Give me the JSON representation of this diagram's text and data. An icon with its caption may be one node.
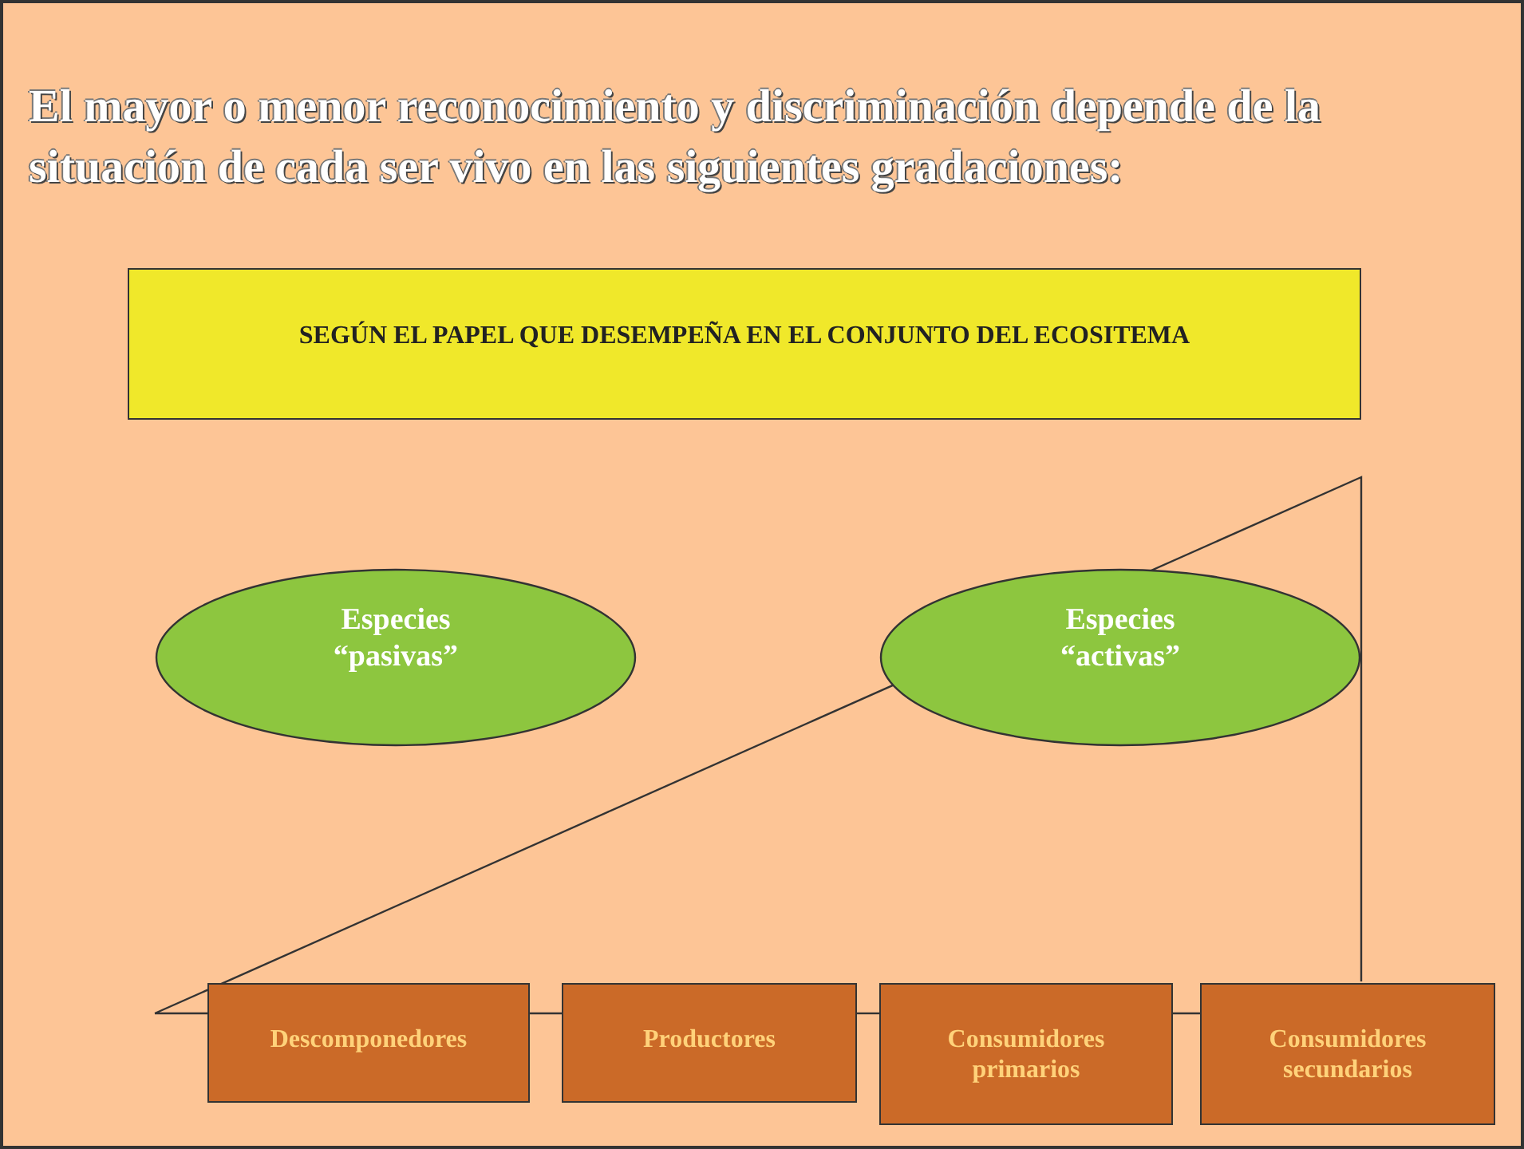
{
  "diagram": {
    "title": "El mayor o menor reconocimiento y discriminación depende de la situación de cada ser vivo en las siguientes gradaciones:",
    "nodes": [
      {
        "text": [
          "SEGÚN EL PAPEL QUE DESEMPEÑA EN EL CONJUNTO DEL ECOSITEMA"
        ]
      },
      {
        "text": [
          "Especies “pasivas”"
        ]
      },
      {
        "text": [
          "Especies “activas”"
        ]
      },
      {
        "text": [
          "Descomponedores"
        ]
      },
      {
        "text": [
          "Productores"
        ]
      },
      {
        "text": [
          "Consumidores primarios"
        ]
      },
      {
        "text": [
          "Consumidores secundarios"
        ]
      }
    ],
    "edges": [
      {
        "from": 3,
        "to": 4,
        "arrow": "none"
      },
      {
        "from": 4,
        "to": 5,
        "arrow": "none"
      },
      {
        "from": 5,
        "to": 6,
        "arrow": "none"
      }
    ]
  }
}
